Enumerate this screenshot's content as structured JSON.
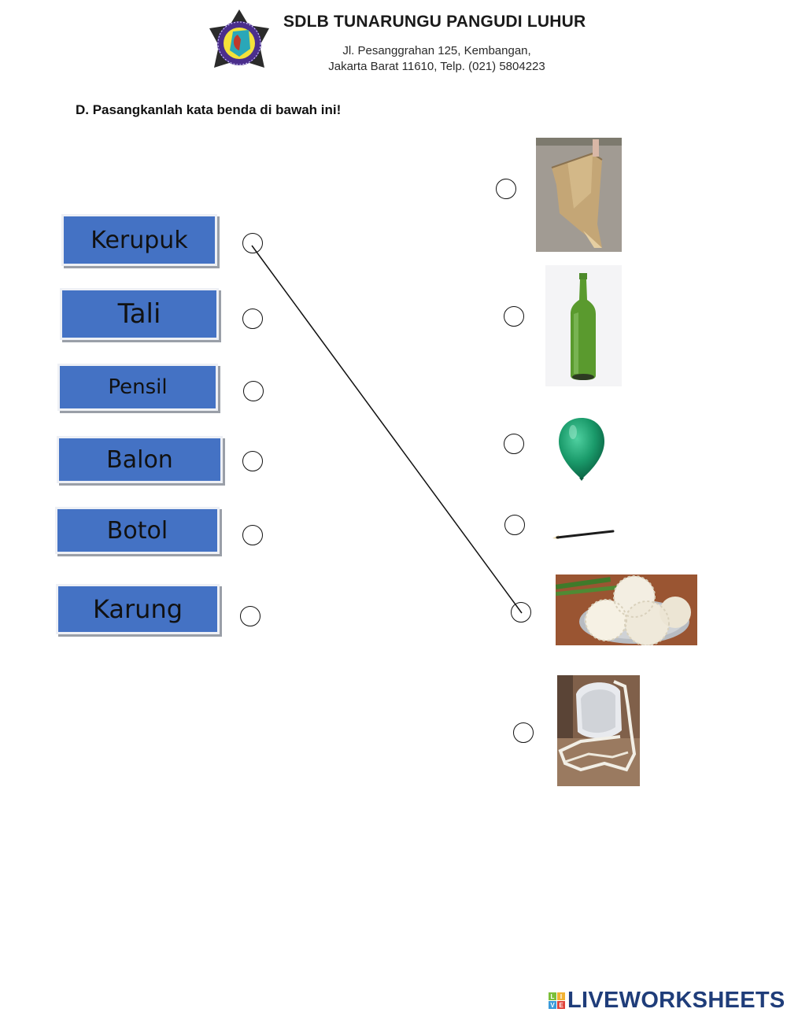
{
  "header": {
    "logo_icon": "school-emblem-icon",
    "school_name": "SDLB TUNARUNGU PANGUDI LUHUR",
    "address_line1": "Jl. Pesanggrahan 125, Kembangan,",
    "address_line2": "Jakarta Barat 11610, Telp. (021) 5804223"
  },
  "instruction": "D.  Pasangkanlah kata benda di bawah ini!",
  "colors": {
    "word_box_fill": "#4472c4",
    "word_box_text": "#111111",
    "brand_text": "#1f3d7a"
  },
  "words": [
    {
      "label": "Kerupuk"
    },
    {
      "label": "Tali"
    },
    {
      "label": "Pensil"
    },
    {
      "label": "Balon"
    },
    {
      "label": "Botol"
    },
    {
      "label": "Karung"
    }
  ],
  "pictures": [
    {
      "name": "karung (sack)",
      "icon": "sack-image"
    },
    {
      "name": "botol (bottle)",
      "icon": "bottle-image"
    },
    {
      "name": "balon (balloon)",
      "icon": "balloon-image"
    },
    {
      "name": "pensil (pencil)",
      "icon": "pencil-image"
    },
    {
      "name": "kerupuk (crackers)",
      "icon": "crackers-image"
    },
    {
      "name": "tali (rope)",
      "icon": "rope-image"
    }
  ],
  "connections": [
    {
      "from_word": "Kerupuk",
      "to_picture": "kerupuk (crackers)"
    }
  ],
  "footer": {
    "brand": "LIVEWORKSHEETS",
    "tiles": [
      "L",
      "I",
      "V",
      "E"
    ]
  }
}
